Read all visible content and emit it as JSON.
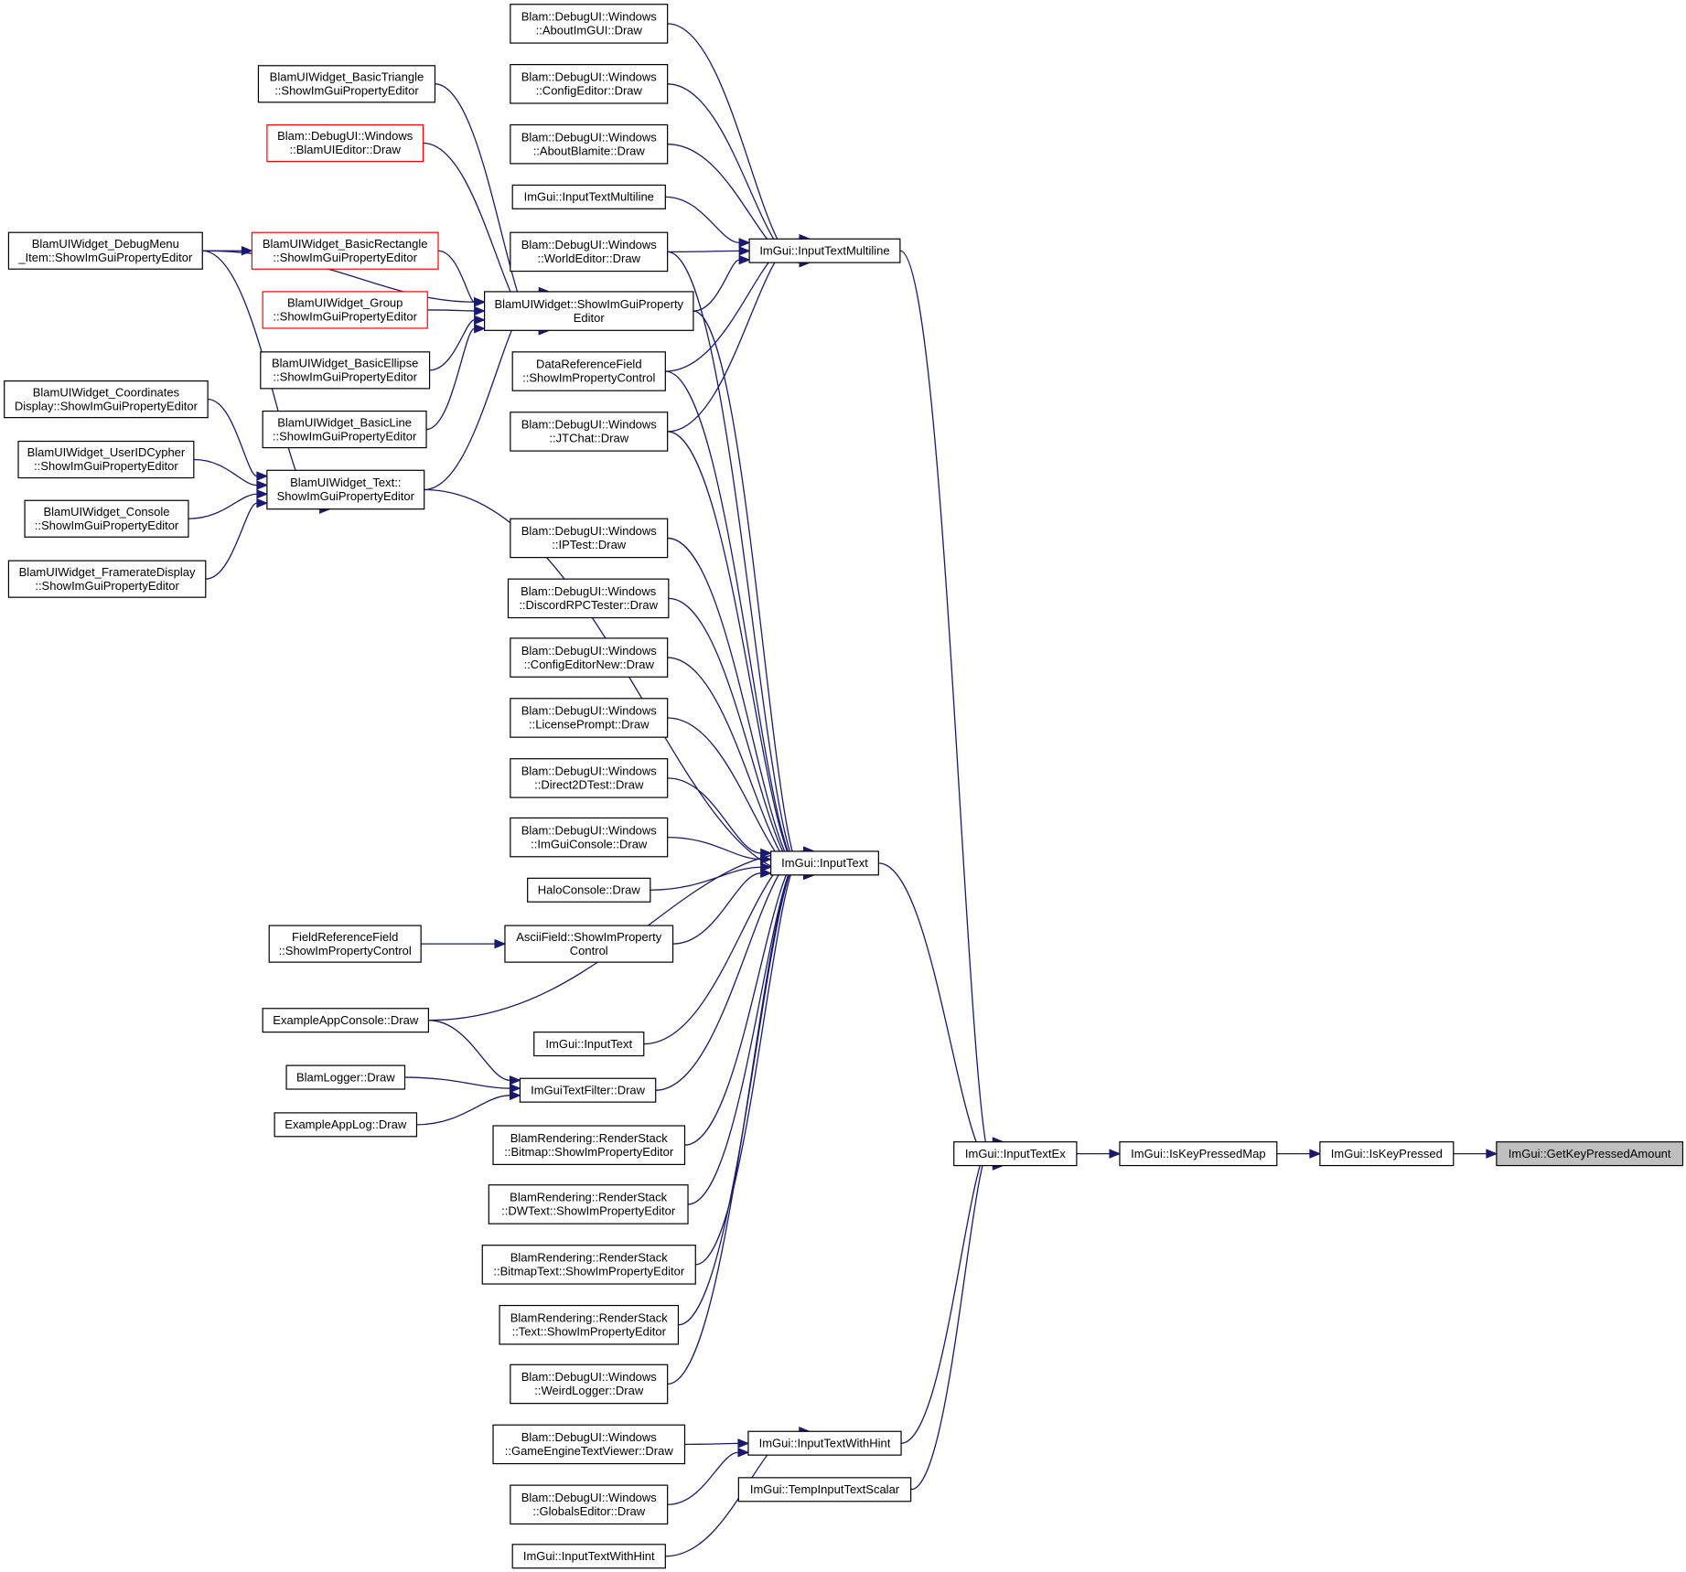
{
  "colors": {
    "edge": "#191970",
    "node_border": "#000000",
    "node_border_incomplete": "#ff0000",
    "focus_fill": "#bfbfbf"
  },
  "nodes": [
    {
      "id": "n1",
      "lines": [
        "Blam::DebugUI::Windows",
        "::AboutImGUI::Draw"
      ]
    },
    {
      "id": "n2",
      "lines": [
        "Blam::DebugUI::Windows",
        "::ConfigEditor::Draw"
      ]
    },
    {
      "id": "n3",
      "lines": [
        "Blam::DebugUI::Windows",
        "::AboutBlamite::Draw"
      ]
    },
    {
      "id": "n4",
      "lines": [
        "ImGui::InputTextMultiline"
      ]
    },
    {
      "id": "n5",
      "lines": [
        "Blam::DebugUI::Windows",
        "::WorldEditor::Draw"
      ]
    },
    {
      "id": "n6",
      "lines": [
        "ImGui::InputTextMultiline"
      ]
    },
    {
      "id": "n7",
      "lines": [
        "BlamUIWidget::ShowImGuiProperty",
        "Editor"
      ]
    },
    {
      "id": "n8",
      "lines": [
        "DataReferenceField",
        "::ShowImPropertyControl"
      ]
    },
    {
      "id": "n9",
      "lines": [
        "Blam::DebugUI::Windows",
        "::JTChat::Draw"
      ]
    },
    {
      "id": "n10",
      "lines": [
        "BlamUIWidget_BasicTriangle",
        "::ShowImGuiPropertyEditor"
      ]
    },
    {
      "id": "n11",
      "lines": [
        "Blam::DebugUI::Windows",
        "::BlamUIEditor::Draw"
      ],
      "style": "red"
    },
    {
      "id": "n12",
      "lines": [
        "BlamUIWidget_BasicRectangle",
        "::ShowImGuiPropertyEditor"
      ],
      "style": "red"
    },
    {
      "id": "n13",
      "lines": [
        "BlamUIWidget_Group",
        "::ShowImGuiPropertyEditor"
      ],
      "style": "red"
    },
    {
      "id": "n14",
      "lines": [
        "BlamUIWidget_BasicEllipse",
        "::ShowImGuiPropertyEditor"
      ]
    },
    {
      "id": "n15",
      "lines": [
        "BlamUIWidget_BasicLine",
        "::ShowImGuiPropertyEditor"
      ]
    },
    {
      "id": "n16",
      "lines": [
        "BlamUIWidget_DebugMenu",
        "_Item::ShowImGuiPropertyEditor"
      ]
    },
    {
      "id": "n17",
      "lines": [
        "BlamUIWidget_Text::",
        "ShowImGuiPropertyEditor"
      ]
    },
    {
      "id": "n18",
      "lines": [
        "BlamUIWidget_Coordinates",
        "Display::ShowImGuiPropertyEditor"
      ]
    },
    {
      "id": "n19",
      "lines": [
        "BlamUIWidget_UserIDCypher",
        "::ShowImGuiPropertyEditor"
      ]
    },
    {
      "id": "n20",
      "lines": [
        "BlamUIWidget_Console",
        "::ShowImGuiPropertyEditor"
      ]
    },
    {
      "id": "n21",
      "lines": [
        "BlamUIWidget_FramerateDisplay",
        "::ShowImGuiPropertyEditor"
      ]
    },
    {
      "id": "n22",
      "lines": [
        "Blam::DebugUI::Windows",
        "::IPTest::Draw"
      ]
    },
    {
      "id": "n23",
      "lines": [
        "Blam::DebugUI::Windows",
        "::DiscordRPCTester::Draw"
      ]
    },
    {
      "id": "n24",
      "lines": [
        "Blam::DebugUI::Windows",
        "::ConfigEditorNew::Draw"
      ]
    },
    {
      "id": "n25",
      "lines": [
        "Blam::DebugUI::Windows",
        "::LicensePrompt::Draw"
      ]
    },
    {
      "id": "n26",
      "lines": [
        "Blam::DebugUI::Windows",
        "::Direct2DTest::Draw"
      ]
    },
    {
      "id": "n27",
      "lines": [
        "Blam::DebugUI::Windows",
        "::ImGuiConsole::Draw"
      ]
    },
    {
      "id": "n28",
      "lines": [
        "ImGui::InputText"
      ]
    },
    {
      "id": "n29",
      "lines": [
        "HaloConsole::Draw"
      ]
    },
    {
      "id": "n30",
      "lines": [
        "FieldReferenceField",
        "::ShowImPropertyControl"
      ]
    },
    {
      "id": "n31",
      "lines": [
        "AsciiField::ShowImProperty",
        "Control"
      ]
    },
    {
      "id": "n32",
      "lines": [
        "ExampleAppConsole::Draw"
      ]
    },
    {
      "id": "n33",
      "lines": [
        "ImGui::InputText"
      ]
    },
    {
      "id": "n34",
      "lines": [
        "BlamLogger::Draw"
      ]
    },
    {
      "id": "n35",
      "lines": [
        "ImGuiTextFilter::Draw"
      ]
    },
    {
      "id": "n36",
      "lines": [
        "ExampleAppLog::Draw"
      ]
    },
    {
      "id": "n37",
      "lines": [
        "BlamRendering::RenderStack",
        "::Bitmap::ShowImPropertyEditor"
      ]
    },
    {
      "id": "n38",
      "lines": [
        "BlamRendering::RenderStack",
        "::DWText::ShowImPropertyEditor"
      ]
    },
    {
      "id": "n39",
      "lines": [
        "BlamRendering::RenderStack",
        "::BitmapText::ShowImPropertyEditor"
      ]
    },
    {
      "id": "n40",
      "lines": [
        "BlamRendering::RenderStack",
        "::Text::ShowImPropertyEditor"
      ]
    },
    {
      "id": "n41",
      "lines": [
        "Blam::DebugUI::Windows",
        "::WeirdLogger::Draw"
      ]
    },
    {
      "id": "n42",
      "lines": [
        "ImGui::InputTextEx"
      ]
    },
    {
      "id": "n43",
      "lines": [
        "ImGui::IsKeyPressedMap"
      ]
    },
    {
      "id": "n44",
      "lines": [
        "ImGui::IsKeyPressed"
      ]
    },
    {
      "id": "n45",
      "lines": [
        "ImGui::GetKeyPressedAmount"
      ],
      "style": "focus"
    },
    {
      "id": "n46",
      "lines": [
        "Blam::DebugUI::Windows",
        "::GameEngineTextViewer::Draw"
      ]
    },
    {
      "id": "n47",
      "lines": [
        "ImGui::InputTextWithHint"
      ]
    },
    {
      "id": "n48",
      "lines": [
        "ImGui::TempInputTextScalar"
      ]
    },
    {
      "id": "n49",
      "lines": [
        "Blam::DebugUI::Windows",
        "::GlobalsEditor::Draw"
      ]
    },
    {
      "id": "n50",
      "lines": [
        "ImGui::InputTextWithHint"
      ]
    }
  ],
  "edges": [
    [
      "n1",
      "n6"
    ],
    [
      "n2",
      "n6"
    ],
    [
      "n3",
      "n6"
    ],
    [
      "n4",
      "n6"
    ],
    [
      "n5",
      "n6"
    ],
    [
      "n7",
      "n6"
    ],
    [
      "n8",
      "n6"
    ],
    [
      "n9",
      "n6"
    ],
    [
      "n6",
      "n42"
    ],
    [
      "n10",
      "n7"
    ],
    [
      "n11",
      "n7"
    ],
    [
      "n12",
      "n7"
    ],
    [
      "n13",
      "n7"
    ],
    [
      "n14",
      "n7"
    ],
    [
      "n15",
      "n7"
    ],
    [
      "n16",
      "n7"
    ],
    [
      "n17",
      "n7"
    ],
    [
      "n16",
      "n12"
    ],
    [
      "n16",
      "n17"
    ],
    [
      "n18",
      "n17"
    ],
    [
      "n19",
      "n17"
    ],
    [
      "n20",
      "n17"
    ],
    [
      "n21",
      "n17"
    ],
    [
      "n5",
      "n28"
    ],
    [
      "n7",
      "n28"
    ],
    [
      "n8",
      "n28"
    ],
    [
      "n9",
      "n28"
    ],
    [
      "n17",
      "n28"
    ],
    [
      "n22",
      "n28"
    ],
    [
      "n23",
      "n28"
    ],
    [
      "n24",
      "n28"
    ],
    [
      "n25",
      "n28"
    ],
    [
      "n26",
      "n28"
    ],
    [
      "n27",
      "n28"
    ],
    [
      "n29",
      "n28"
    ],
    [
      "n31",
      "n28"
    ],
    [
      "n32",
      "n28"
    ],
    [
      "n33",
      "n28"
    ],
    [
      "n35",
      "n28"
    ],
    [
      "n37",
      "n28"
    ],
    [
      "n38",
      "n28"
    ],
    [
      "n39",
      "n28"
    ],
    [
      "n40",
      "n28"
    ],
    [
      "n41",
      "n28"
    ],
    [
      "n30",
      "n31"
    ],
    [
      "n32",
      "n35"
    ],
    [
      "n34",
      "n35"
    ],
    [
      "n36",
      "n35"
    ],
    [
      "n28",
      "n42"
    ],
    [
      "n46",
      "n47"
    ],
    [
      "n49",
      "n47"
    ],
    [
      "n50",
      "n47"
    ],
    [
      "n47",
      "n42"
    ],
    [
      "n48",
      "n42"
    ],
    [
      "n42",
      "n43"
    ],
    [
      "n43",
      "n44"
    ],
    [
      "n44",
      "n45"
    ]
  ]
}
